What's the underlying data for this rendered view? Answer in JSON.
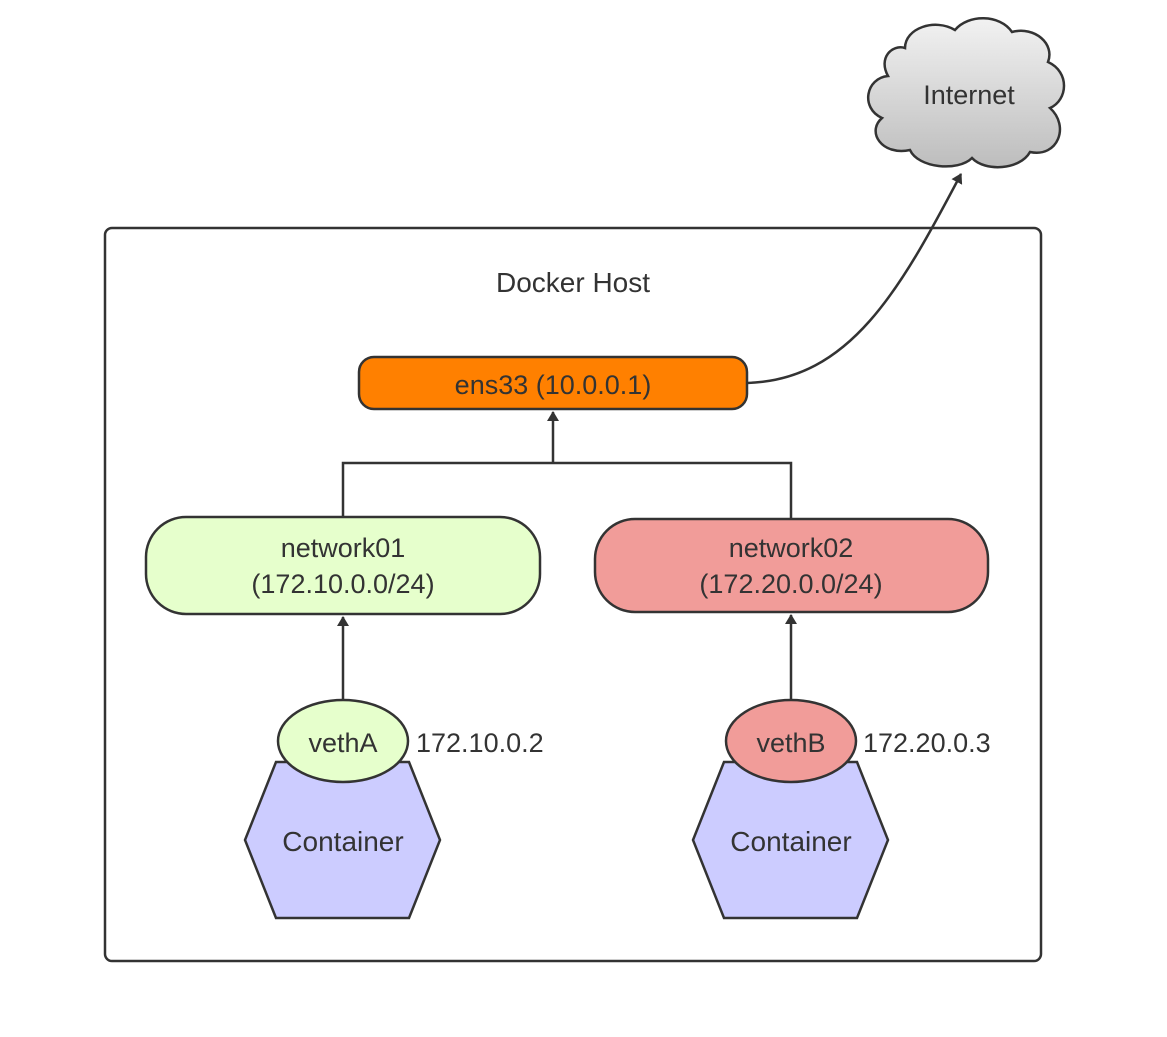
{
  "internet": {
    "label": "Internet",
    "fill_top": "#f2f2f2",
    "fill_bottom": "#bdbdbd"
  },
  "host": {
    "label": "Docker Host"
  },
  "ens33": {
    "label": "ens33 (10.0.0.1)",
    "fill": "#ff8000"
  },
  "network01": {
    "name": "network01",
    "subnet": "(172.10.0.0/24)",
    "fill": "#e6ffcc"
  },
  "network02": {
    "name": "network02",
    "subnet": "(172.20.0.0/24)",
    "fill": "#f19c99"
  },
  "vethA": {
    "label": "vethA",
    "ip": "172.10.0.2",
    "fill": "#e6ffcc"
  },
  "vethB": {
    "label": "vethB",
    "ip": "172.20.0.3",
    "fill": "#f19c99"
  },
  "container_left": {
    "label": "Container",
    "fill": "#ccccff"
  },
  "container_right": {
    "label": "Container",
    "fill": "#ccccff"
  },
  "stroke_color": "#333333"
}
